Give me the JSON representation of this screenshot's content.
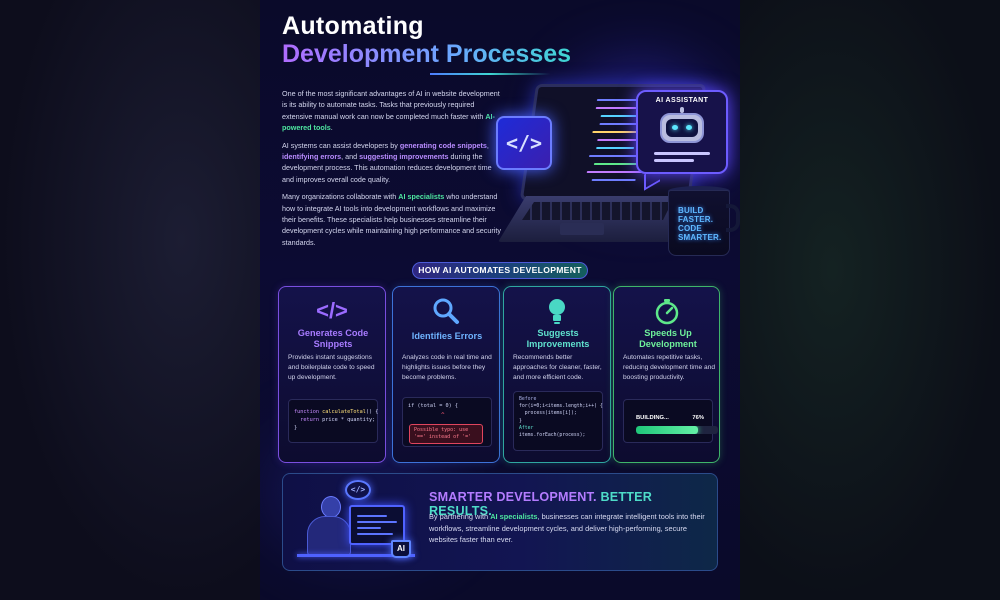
{
  "title": {
    "line1": "Automating",
    "line2": "Development Processes"
  },
  "intro": {
    "p1_text": "One of the most significant advantages of AI in website development is its ability to automate tasks. Tasks that previously required extensive manual work can now be completed much faster with ",
    "p1_highlight": "AI-powered tools",
    "p1_end": ".",
    "p2_start": "AI systems can assist developers by ",
    "p2_h1": "generating code snippets",
    "p2_mid1": ", ",
    "p2_h2": "identifying errors",
    "p2_mid2": ", and ",
    "p2_h3": "suggesting improvements",
    "p2_end": " during the development process. This automation reduces development time and improves overall code quality.",
    "p3_start": "Many organizations collaborate with ",
    "p3_h1": "AI specialists",
    "p3_end": " who understand how to integrate AI tools into development workflows and maximize their benefits. These specialists help businesses streamline their development cycles while maintaining high performance and security standards."
  },
  "illustration": {
    "code_tile_glyph": "</>",
    "ai_label": "AI ASSISTANT",
    "mug_text": "BUILD FASTER. CODE SMARTER.",
    "icons": [
      "code-icon",
      "robot-icon",
      "mug-icon"
    ]
  },
  "section_heading": "HOW AI AUTOMATES DEVELOPMENT",
  "cards": [
    {
      "icon": "</>",
      "icon_name": "code-icon",
      "title": "Generates Code Snippets",
      "desc": "Provides instant suggestions and boilerplate code to speed up development.",
      "color": "#9b6bff",
      "code_line1_kw": "function",
      "code_line1_fn": "calculateTotal",
      "code_line1_end": "() {",
      "code_line2_kw": "return",
      "code_line2_end": " price * quantity;",
      "code_line3": "}"
    },
    {
      "icon": "⌕",
      "icon_name": "magnifier-icon",
      "title": "Identifies Errors",
      "desc": "Analyzes code in real time and highlights issues before they become problems.",
      "color": "#5fa8ff",
      "code_line1": "if (total = 0) {",
      "caret": "^",
      "error_text": "Possible typo: use '==' instead of '='"
    },
    {
      "icon": "💡",
      "icon_name": "lightbulb-icon",
      "title": "Suggests Improvements",
      "desc": "Recommends better approaches for cleaner, faster, and more efficient code.",
      "color": "#49d8c4",
      "before_label": "Before",
      "before_line1": "for(i=0;i<items.length;i++) {",
      "before_line2": "  process(items[i]);",
      "before_line3": "}",
      "after_label": "After",
      "after_line1": "items.forEach(process);"
    },
    {
      "icon": "⏱",
      "icon_name": "stopwatch-icon",
      "title": "Speeds Up Development",
      "desc": "Automates repetitive tasks, reducing development time and boosting productivity.",
      "color": "#5ee88a",
      "progress_label": "BUILDING...",
      "progress_value": "76%",
      "progress_fraction": 0.76
    }
  ],
  "banner": {
    "title_part1": "SMARTER DEVELOPMENT.",
    "title_part2": "BETTER RESULTS.",
    "text_start": "By partnering with ",
    "text_highlight": "AI specialists",
    "text_end": ", businesses can integrate intelligent tools into their workflows, streamline development cycles, and deliver high-performing, secure websites faster than ever.",
    "bubble_glyph": "</>",
    "cup_text": "AI"
  },
  "colors": {
    "accent_purple": "#9b6bff",
    "accent_blue": "#5fa8ff",
    "accent_teal": "#49d8c4",
    "accent_green": "#5ee88a",
    "background": "#0b0b1a"
  }
}
